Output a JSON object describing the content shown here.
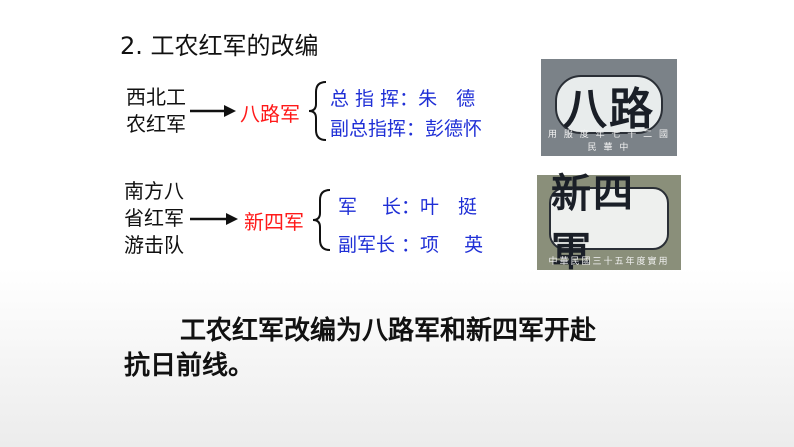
{
  "title": "2. 工农红军的改编",
  "row1": {
    "source_lines": [
      "西北工",
      "农红军"
    ],
    "army": "八路军",
    "roles": [
      "总 指 挥：朱　德",
      "副总指挥：彭德怀"
    ]
  },
  "row2": {
    "source_lines": [
      "南方八",
      "省红军",
      "游击队"
    ],
    "army": "新四军",
    "roles": [
      "军　 长：叶　挺",
      "副军长 ：项　 英"
    ]
  },
  "badge1": {
    "text": "八路",
    "footer": "用 服 度 年 七 十 二 國 民 華 中"
  },
  "badge2": {
    "text": "新四軍",
    "footer": "中華民國三十五年度實用"
  },
  "conclusion": {
    "line1": "工农红军改编为八路军和新四军开赴",
    "line2": "抗日前线。"
  }
}
